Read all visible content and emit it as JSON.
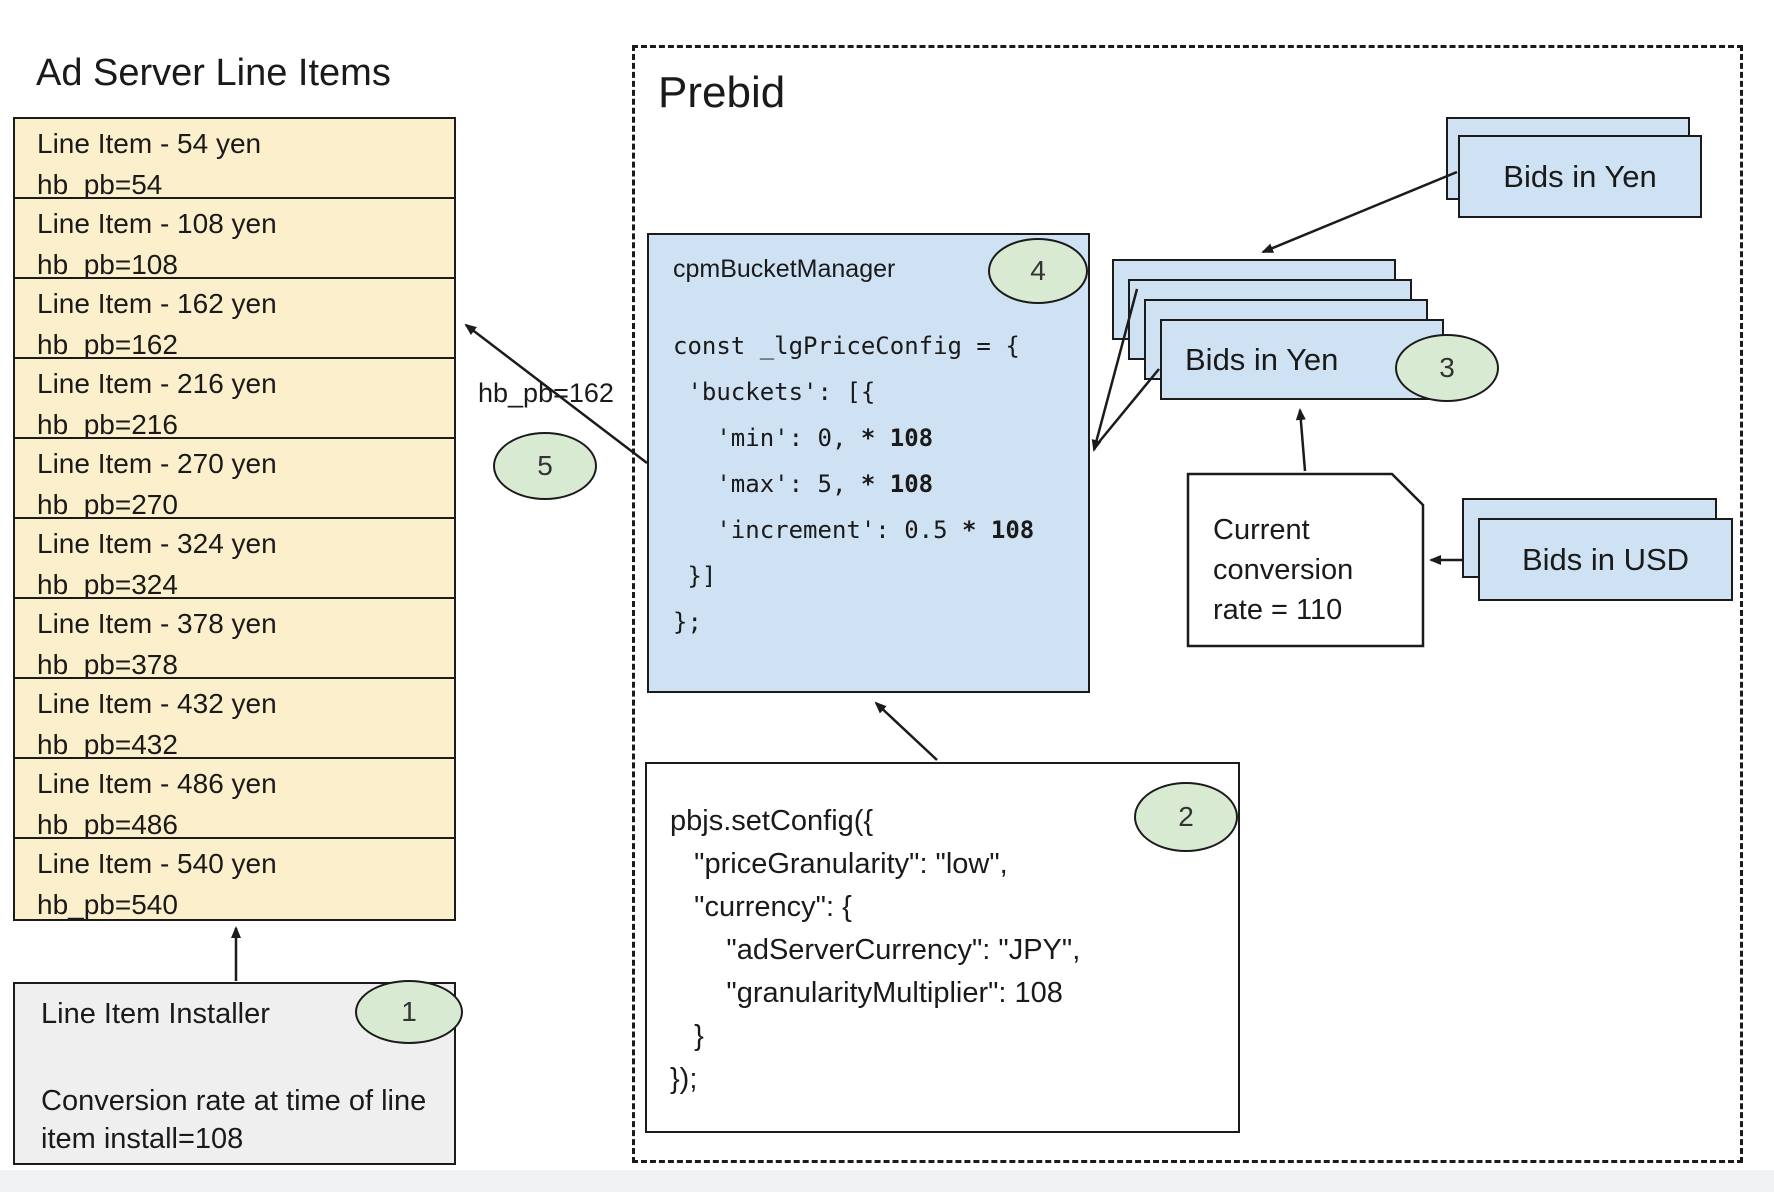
{
  "ad_server": {
    "title": "Ad Server Line Items",
    "line_items": [
      {
        "name": "Line Item - 54 yen",
        "key": "hb_pb=54"
      },
      {
        "name": "Line Item - 108 yen",
        "key": "hb_pb=108"
      },
      {
        "name": "Line Item - 162 yen",
        "key": "hb_pb=162"
      },
      {
        "name": "Line Item - 216 yen",
        "key": "hb_pb=216"
      },
      {
        "name": "Line Item - 270 yen",
        "key": "hb_pb=270"
      },
      {
        "name": "Line Item - 324 yen",
        "key": "hb_pb=324"
      },
      {
        "name": "Line Item - 378 yen",
        "key": "hb_pb=378"
      },
      {
        "name": "Line Item - 432 yen",
        "key": "hb_pb=432"
      },
      {
        "name": "Line Item - 486 yen",
        "key": "hb_pb=486"
      },
      {
        "name": "Line Item - 540 yen",
        "key": "hb_pb=540"
      }
    ]
  },
  "installer": {
    "title": "Line Item Installer",
    "badge": "1",
    "note": "Conversion rate at time of line item install=108"
  },
  "prebid": {
    "title": "Prebid"
  },
  "bucket_manager": {
    "title": "cpmBucketManager",
    "badge": "4",
    "code": [
      {
        "t": "const _lgPriceConfig = {"
      },
      {
        "t": " 'buckets': [{"
      },
      {
        "t": "   'min': 0, ",
        "b": "* 108"
      },
      {
        "t": "   'max': 5, ",
        "b": "* 108"
      },
      {
        "t": "   'increment': 0.5 ",
        "b": "* 108"
      },
      {
        "t": " }]"
      },
      {
        "t": "};"
      }
    ]
  },
  "pbjs_config": {
    "badge": "2",
    "code": [
      "pbjs.setConfig({",
      "   \"priceGranularity\": \"low\",",
      "   \"currency\": {",
      "       \"adServerCurrency\": \"JPY\",",
      "       \"granularityMultiplier\": 108",
      "   }",
      "});"
    ]
  },
  "cards": {
    "bids_in_yen_top": "Bids in Yen",
    "bids_in_yen_stack": "Bids in Yen",
    "bids_in_yen_badge": "3",
    "bids_in_usd": "Bids in USD"
  },
  "conversion_note": {
    "text": "Current conversion rate = 110"
  },
  "labels": {
    "hb_pb": "hb_pb=162",
    "step5": "5"
  },
  "colors": {
    "line_item_fill": "#FCF0CC",
    "card_fill": "#CFE2F3",
    "badge_fill": "#D9EAD3",
    "installer_fill": "#EFEFEF",
    "stroke": "#1b1b1b"
  }
}
